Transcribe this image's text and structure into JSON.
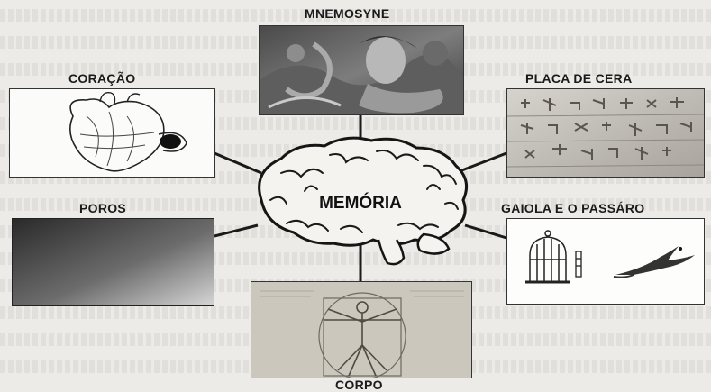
{
  "center": {
    "label": "MEMÓRIA"
  },
  "nodes": {
    "mnemosyne": {
      "label": "MNEMOSYNE"
    },
    "coracao": {
      "label": "CORAÇÃO"
    },
    "placa": {
      "label": "PLACA DE CERA"
    },
    "poros": {
      "label": "POROS"
    },
    "gaiola": {
      "label": "GAIOLA E O PASSÁRO"
    },
    "corpo": {
      "label": "CORPO"
    }
  },
  "colors": {
    "line": "#1a1a1a",
    "background": "#ecebe8"
  }
}
